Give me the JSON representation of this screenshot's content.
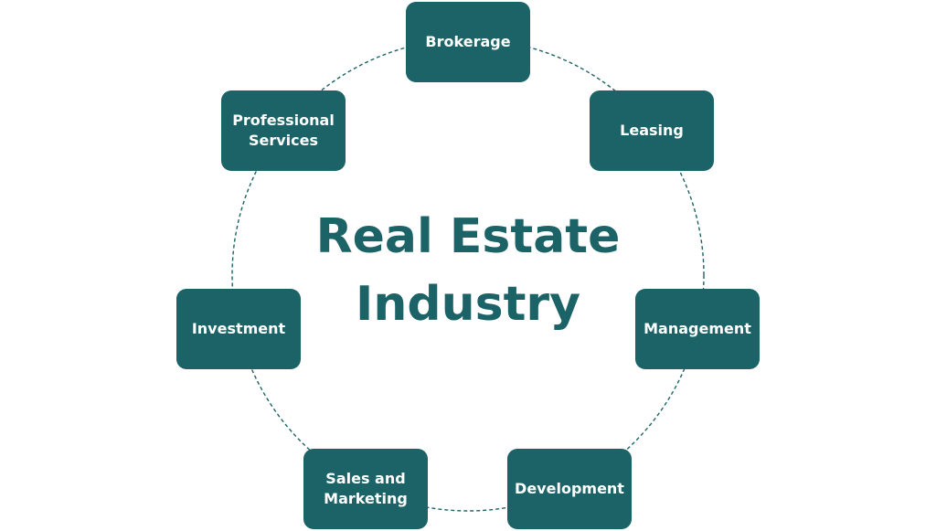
{
  "center": {
    "line1": "Real Estate",
    "line2": "Industry"
  },
  "nodes": {
    "brokerage": "Brokerage",
    "leasing": "Leasing",
    "management": "Management",
    "development": "Development",
    "sales_marketing": "Sales and Marketing",
    "investment": "Investment",
    "professional_services": "Professional Services"
  },
  "colors": {
    "node_fill": "#1b6366",
    "node_text": "#ffffff",
    "center_text": "#1b6366",
    "ring_stroke": "#1b6366",
    "background": "#ffffff"
  }
}
